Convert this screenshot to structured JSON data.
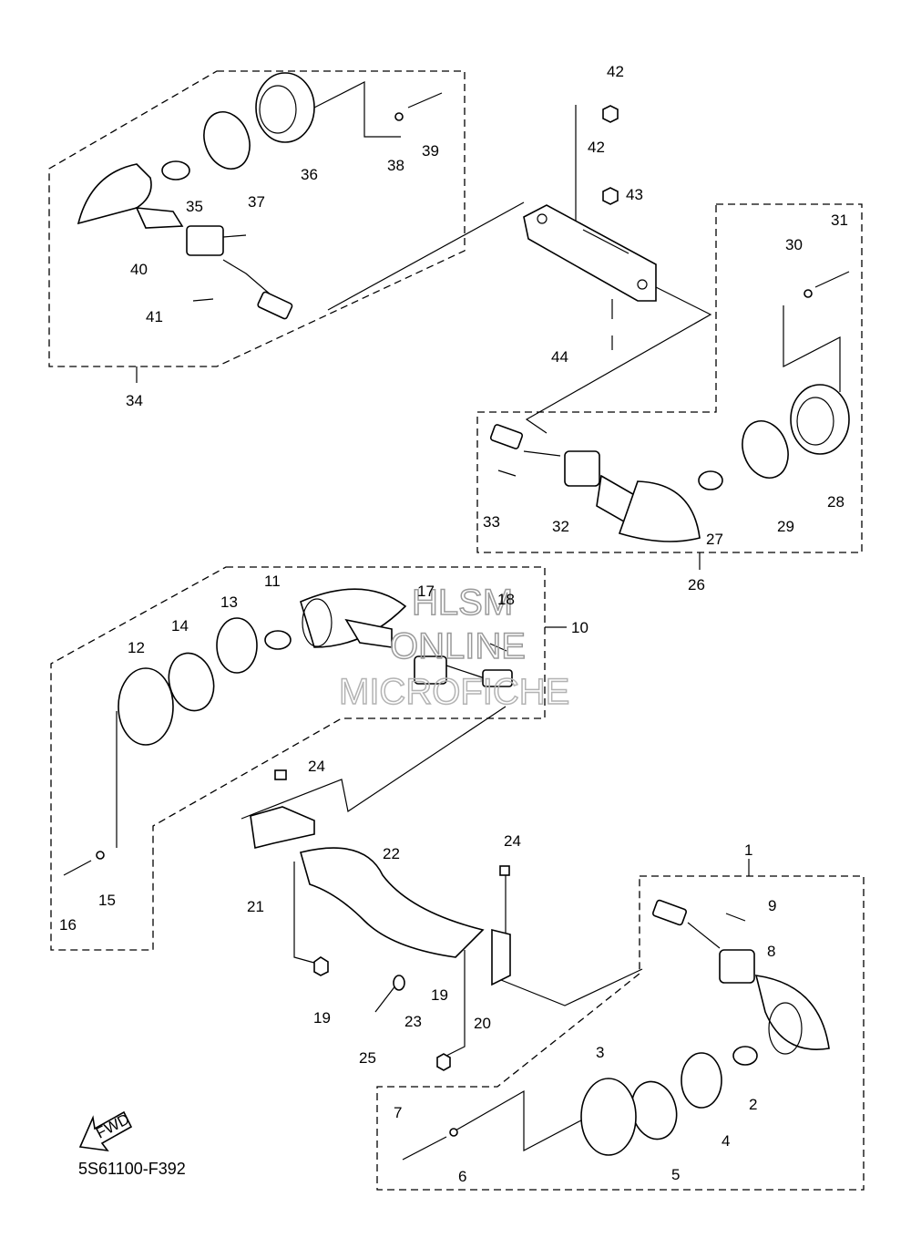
{
  "diagram": {
    "part_numbers": [
      "1",
      "2",
      "3",
      "4",
      "5",
      "6",
      "7",
      "8",
      "9",
      "10",
      "11",
      "12",
      "13",
      "14",
      "15",
      "16",
      "17",
      "18",
      "19",
      "19",
      "20",
      "21",
      "22",
      "23",
      "24",
      "24",
      "25",
      "26",
      "27",
      "28",
      "29",
      "30",
      "31",
      "32",
      "33",
      "34",
      "35",
      "36",
      "37",
      "38",
      "39",
      "40",
      "41",
      "42",
      "42",
      "43",
      "44"
    ],
    "drawing_code": "5S61100-F392",
    "fwd_label": "FWD",
    "watermark": {
      "line1": "HLSM",
      "line2": "ONLINE",
      "line3": "MICROFICHE"
    }
  }
}
